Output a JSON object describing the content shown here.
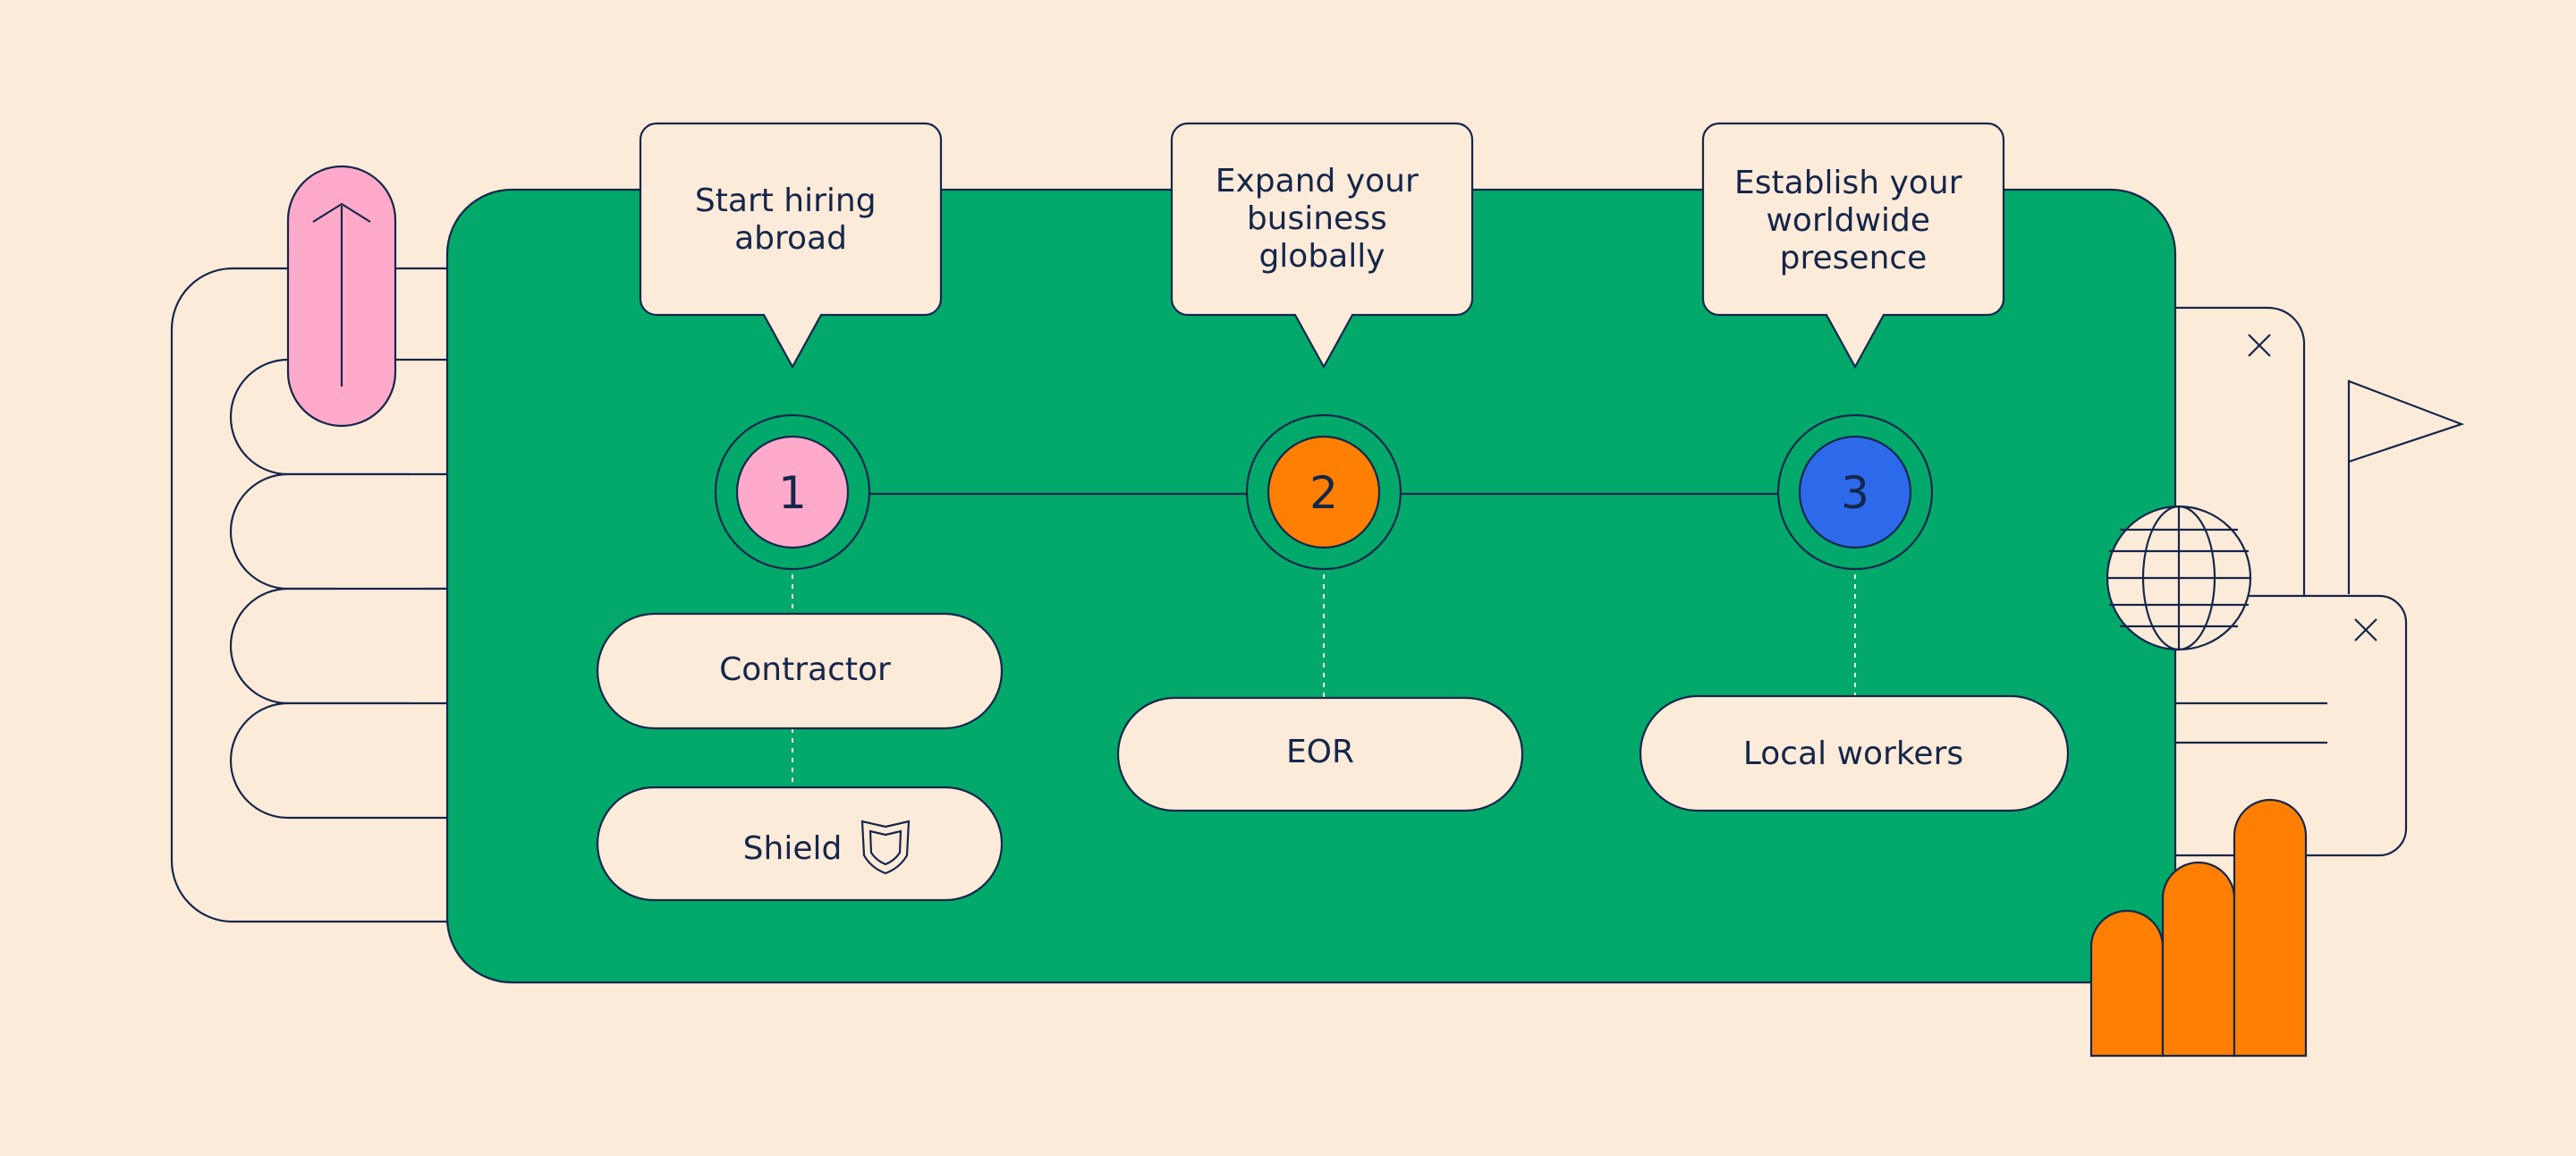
{
  "colors": {
    "background": "#FDEBDA",
    "panel": "#02A96B",
    "ink": "#15264A",
    "cream": "#FDEBDA",
    "pink": "#FFAACB",
    "orange": "#FE7F02",
    "blue": "#2D6AEB"
  },
  "steps": [
    {
      "number": "1",
      "bubble_lines": [
        "Start hiring",
        "abroad"
      ],
      "circle_color": "#FFAACB",
      "pills": [
        "Contractor",
        "Shield"
      ]
    },
    {
      "number": "2",
      "bubble_lines": [
        "Expand your",
        "business",
        "globally"
      ],
      "circle_color": "#FE7F02",
      "pills": [
        "EOR"
      ]
    },
    {
      "number": "3",
      "bubble_lines": [
        "Establish your",
        "worldwide",
        "presence"
      ],
      "circle_color": "#2D6AEB",
      "pills": [
        "Local workers"
      ]
    }
  ],
  "decorations": {
    "left": "hand-holding-arrow-illustration",
    "right": [
      "window-icon",
      "window-icon",
      "globe-icon",
      "flag-icon",
      "bar-chart-icon"
    ],
    "shield_badge": "shield-icon"
  }
}
